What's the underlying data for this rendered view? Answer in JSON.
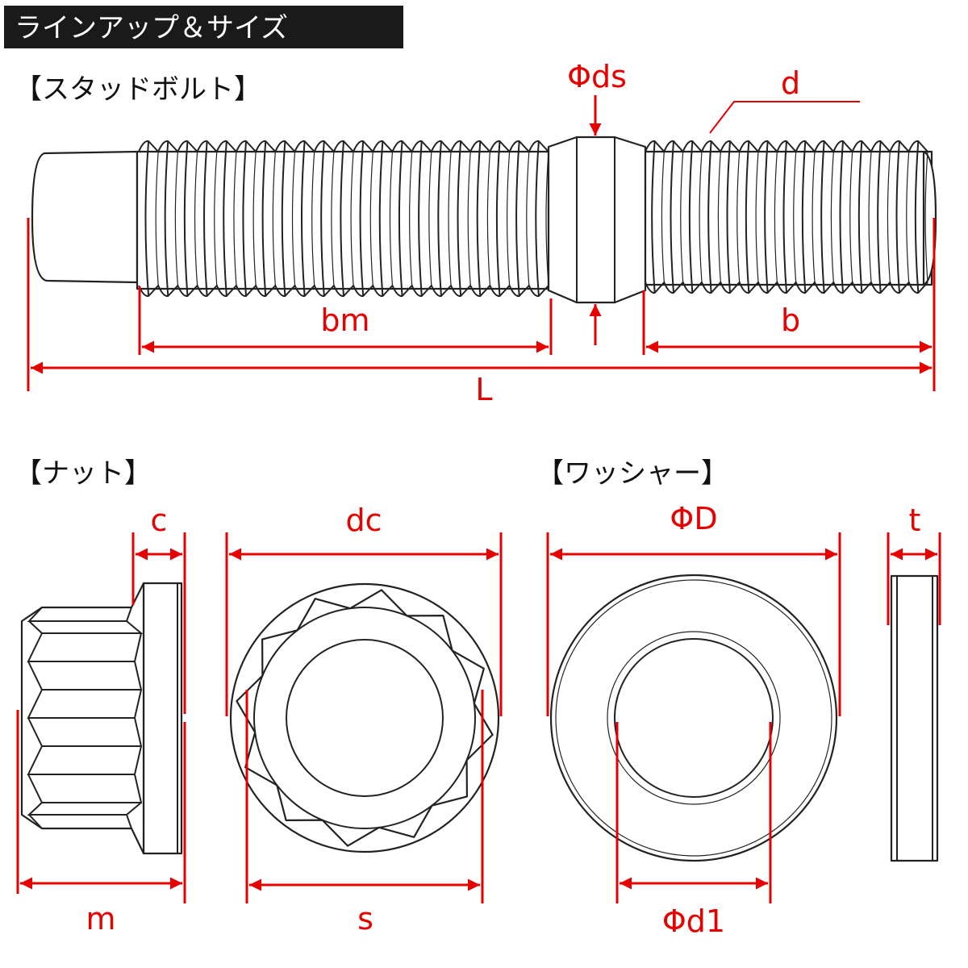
{
  "title": "ラインアップ＆サイズ",
  "sections": {
    "stud_bolt": "【スタッドボルト】",
    "nut": "【ナット】",
    "washer": "【ワッシャー】"
  },
  "labels": {
    "ds": "Φds",
    "d": "d",
    "bm": "bm",
    "b": "b",
    "L": "L",
    "c": "c",
    "dc": "dc",
    "m": "m",
    "s": "s",
    "D": "ΦD",
    "t": "t",
    "d1": "Φd1"
  },
  "colors": {
    "dimension": "#e60000",
    "title_bg": "#1a1a1a"
  }
}
